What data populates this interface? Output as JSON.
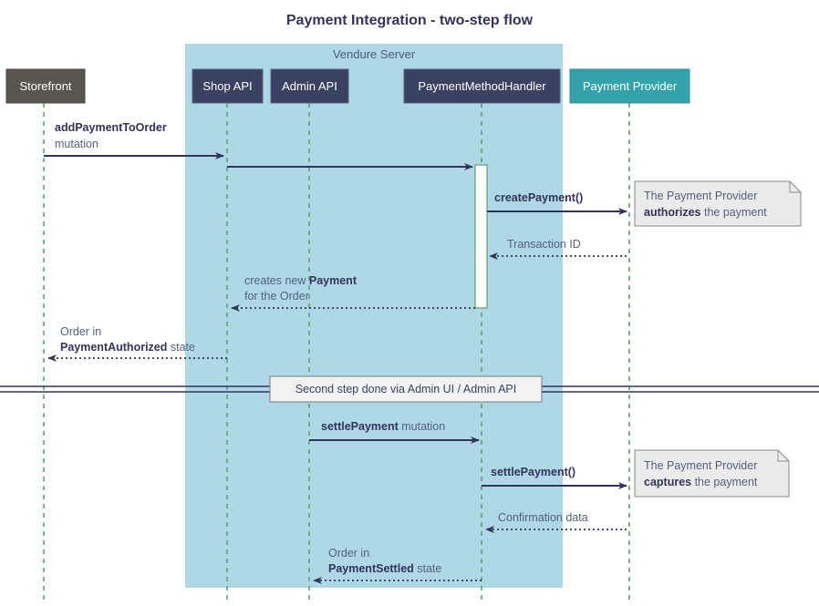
{
  "diagram": {
    "title": "Payment Integration - two-step flow",
    "type": "sequence-diagram",
    "colors": {
      "actor_dark": "#3b4161",
      "actor_grey": "#5a564f",
      "actor_teal": "#33a2ab",
      "group_fill": "#aed8e6",
      "lifeline": "#5aa469",
      "arrow": "#33335c",
      "note_fill": "#ebebeb",
      "note_border": "#888888",
      "background": "#ffffff"
    },
    "group": {
      "label": "Vendure Server"
    },
    "participants": [
      {
        "id": "storefront",
        "label": "Storefront",
        "style": "grey"
      },
      {
        "id": "shopapi",
        "label": "Shop API",
        "style": "dark"
      },
      {
        "id": "adminapi",
        "label": "Admin API",
        "style": "dark"
      },
      {
        "id": "handler",
        "label": "PaymentMethodHandler",
        "style": "dark"
      },
      {
        "id": "provider",
        "label": "Payment Provider",
        "style": "teal"
      }
    ],
    "messages": [
      {
        "id": "m1",
        "from": "storefront",
        "to": "shopapi",
        "kind": "call",
        "lines": [
          {
            "bold": "addPaymentToOrder",
            "normal": ""
          },
          {
            "bold": "",
            "normal": "mutation"
          }
        ]
      },
      {
        "id": "m2",
        "from": "shopapi",
        "to": "handler",
        "kind": "call",
        "lines": []
      },
      {
        "id": "m3",
        "from": "handler",
        "to": "provider",
        "kind": "call",
        "lines": [
          {
            "bold": "createPayment()",
            "normal": ""
          }
        ]
      },
      {
        "id": "m4",
        "from": "provider",
        "to": "handler",
        "kind": "return",
        "lines": [
          {
            "bold": "",
            "normal": "Transaction ID"
          }
        ]
      },
      {
        "id": "m5",
        "from": "handler",
        "to": "shopapi",
        "kind": "return",
        "lines": [
          {
            "bold": "",
            "normal": "creates new ",
            "bold_tail": "Payment"
          },
          {
            "bold": "",
            "normal": "for the Order"
          }
        ]
      },
      {
        "id": "m6",
        "from": "shopapi",
        "to": "storefront",
        "kind": "return",
        "lines": [
          {
            "bold": "",
            "normal": "Order in"
          },
          {
            "bold": "PaymentAuthorized",
            "normal": " state"
          }
        ]
      },
      {
        "id": "m7",
        "from": "adminapi",
        "to": "handler",
        "kind": "call",
        "lines": [
          {
            "bold": "settlePayment",
            "normal": " mutation"
          }
        ]
      },
      {
        "id": "m8",
        "from": "handler",
        "to": "provider",
        "kind": "call",
        "lines": [
          {
            "bold": "settlePayment()",
            "normal": ""
          }
        ]
      },
      {
        "id": "m9",
        "from": "provider",
        "to": "handler",
        "kind": "return",
        "lines": [
          {
            "bold": "",
            "normal": "Confirmation data"
          }
        ]
      },
      {
        "id": "m10",
        "from": "handler",
        "to": "adminapi",
        "kind": "return",
        "lines": [
          {
            "bold": "",
            "normal": "Order in"
          },
          {
            "bold": "PaymentSettled",
            "normal": " state"
          }
        ]
      }
    ],
    "notes": [
      {
        "id": "note1",
        "line1_normal": "The Payment Provider",
        "line2_bold": "authorizes",
        "line2_normal": " the payment"
      },
      {
        "id": "note2",
        "line1_normal": "The Payment Provider",
        "line2_bold": "captures",
        "line2_normal": " the payment"
      }
    ],
    "divider": {
      "label": "Second step done via Admin UI / Admin API"
    }
  }
}
